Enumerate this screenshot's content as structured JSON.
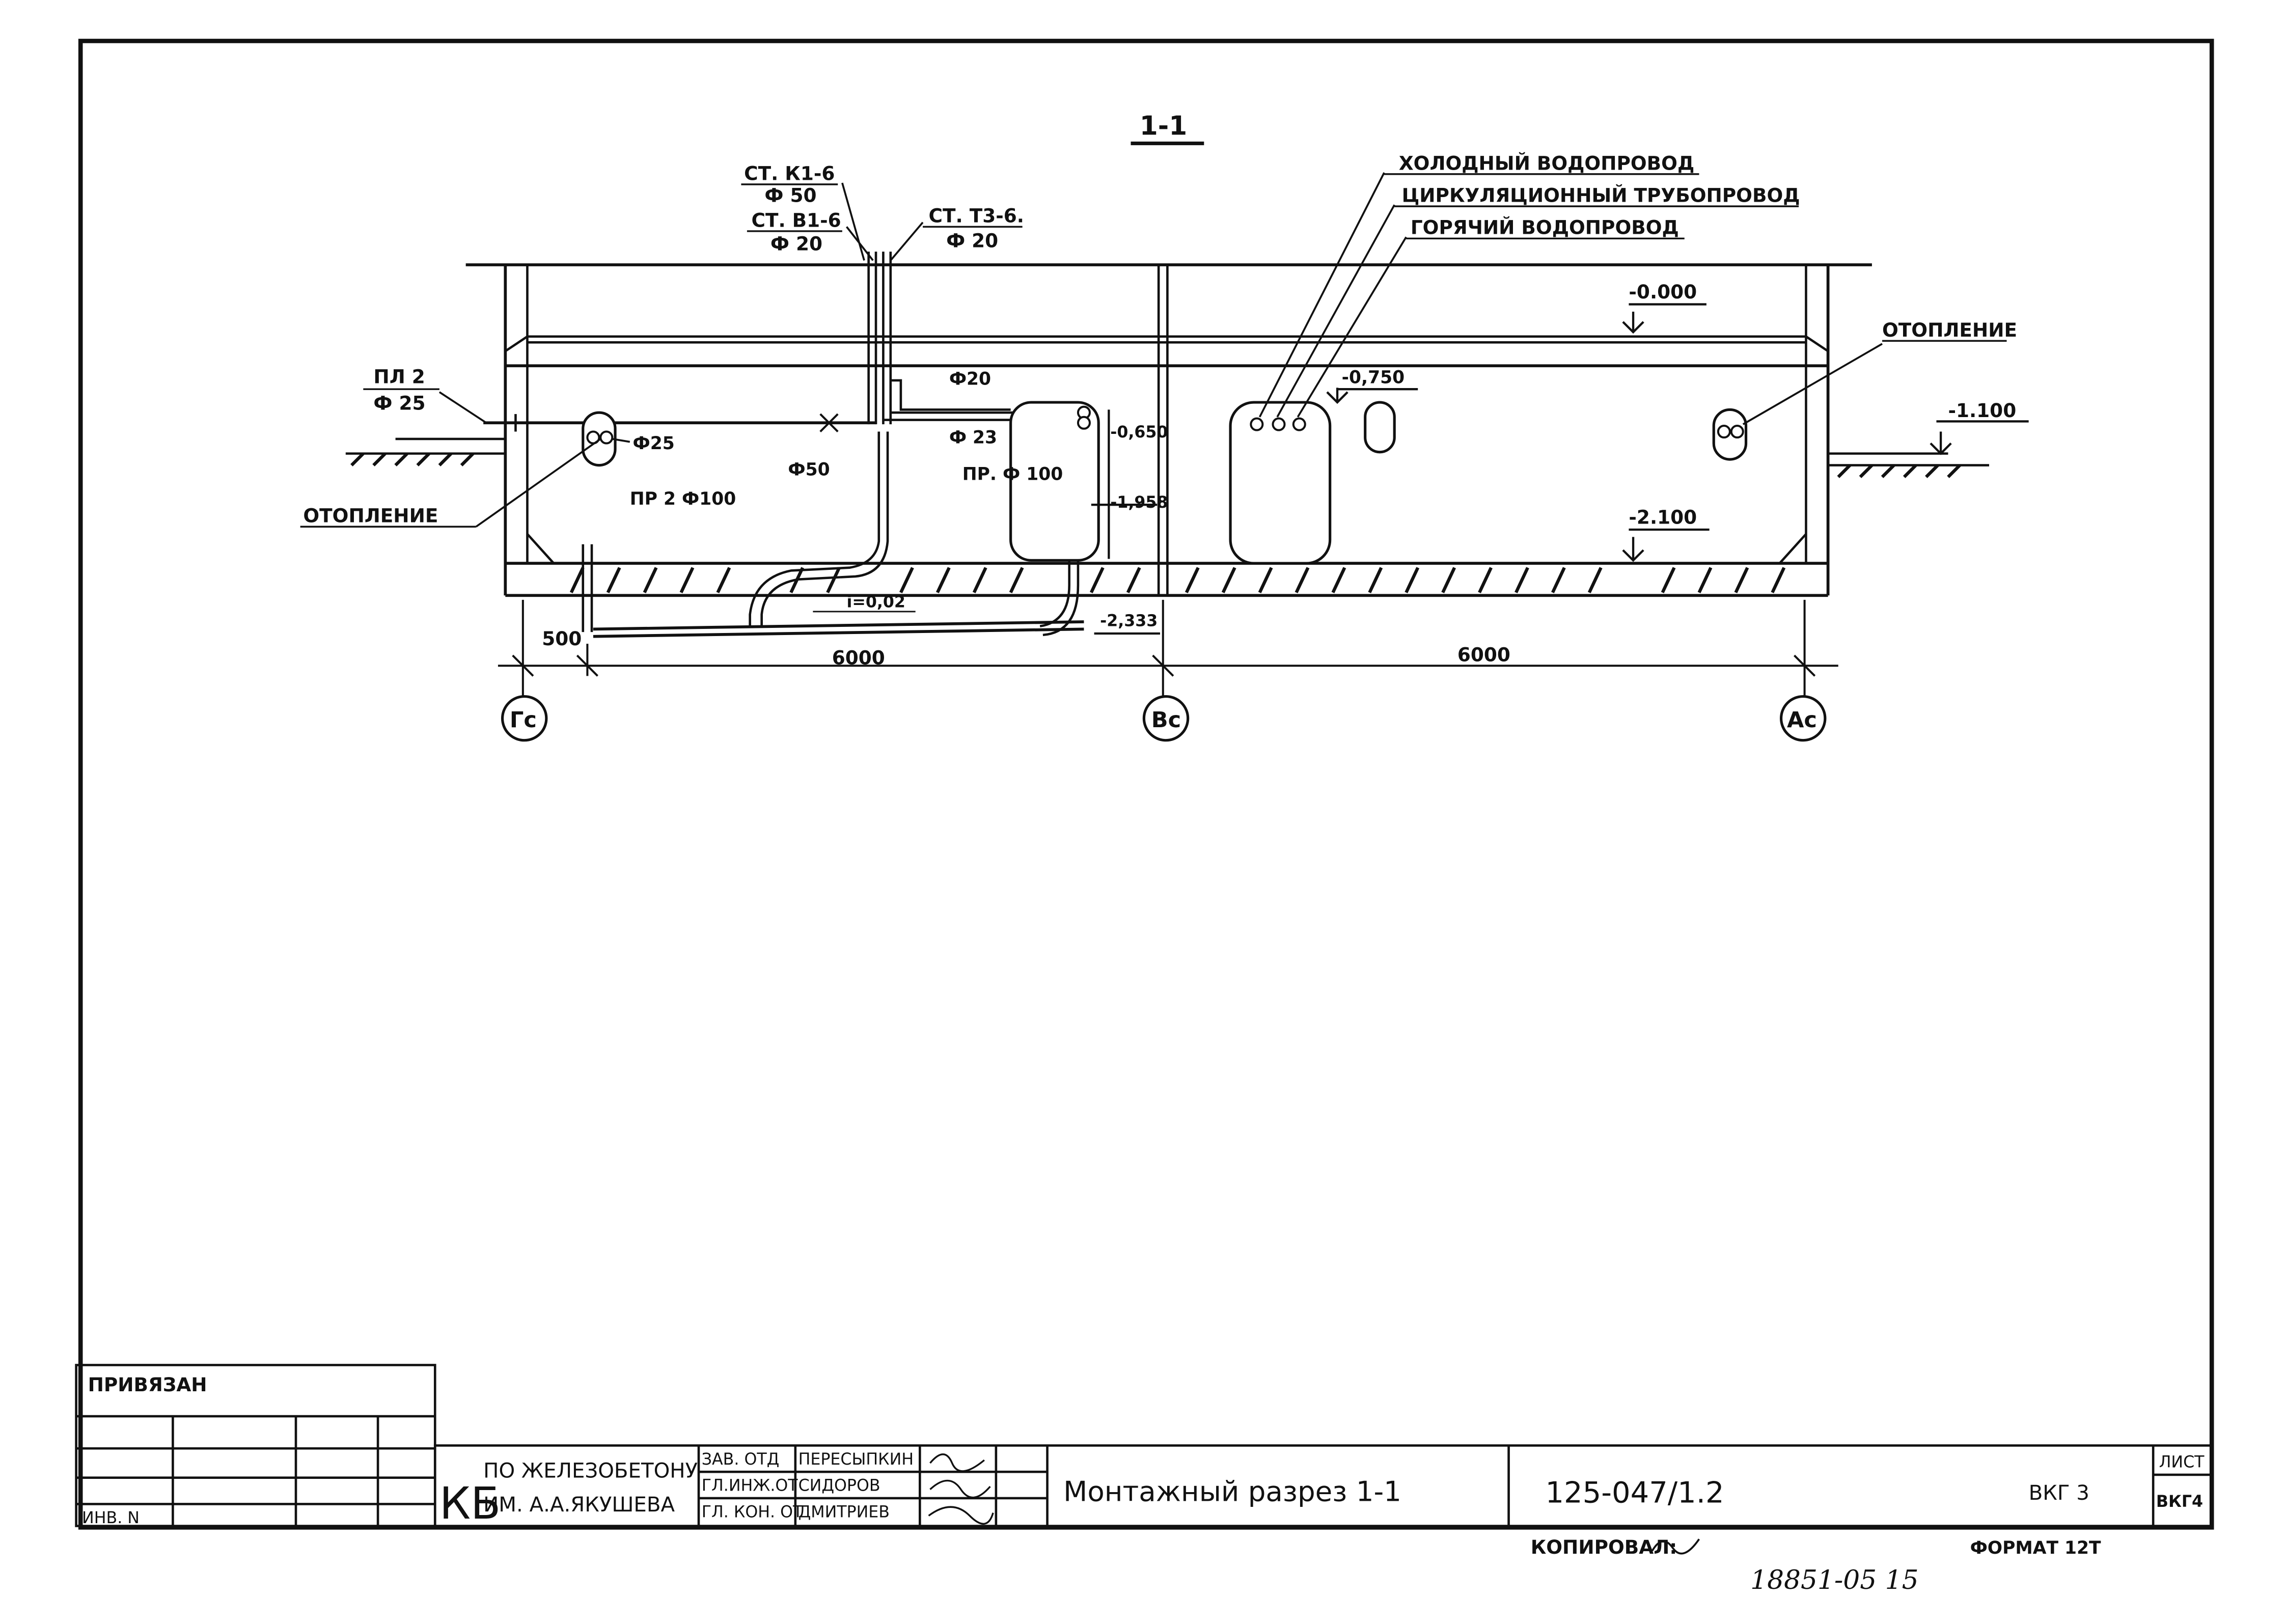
{
  "section_title": "1-1",
  "risers": {
    "k1": "СТ. К1-6",
    "k1_dia": "Ф 50",
    "v1": "СТ. В1-6",
    "v1_dia": "Ф 20",
    "t3": "СТ. Т3-6.",
    "t3_dia": "Ф 20"
  },
  "pipe_labels": {
    "cold": "ХОЛОДНЫЙ ВОДОПРОВОД",
    "circ": "ЦИРКУЛЯЦИОННЫЙ ТРУБОПРОВОД",
    "hot": "ГОРЯЧИЙ ВОДОПРОВОД"
  },
  "elevations": {
    "zero": "-0.000",
    "e0750": "-0,750",
    "e1100": "-1.100",
    "e0650": "-0,650",
    "e1958": "-1,958",
    "e2100": "-2.100",
    "e2333": "-2,333"
  },
  "labels": {
    "heating_right": "ОТОПЛЕНИЕ",
    "heating_left": "ОТОПЛЕНИЕ",
    "pl2": "ПЛ 2",
    "pl2_dia": "Ф 25",
    "dia25": "Ф25",
    "dia20": "Ф20",
    "dia23": "Ф 23",
    "dia50": "Ф50",
    "pr2": "ПР 2 Ф100",
    "pr": "ПР. Ф 100",
    "slope": "i=0,02"
  },
  "dimensions": {
    "d500": "500",
    "d6000_left": "6000",
    "d6000_right": "6000"
  },
  "axes": [
    "Гс",
    "Вс",
    "Ас"
  ],
  "title_block": {
    "privyazan": "ПРИВЯЗАН",
    "inv": "ИНВ. N",
    "org_line1": "ПО ЖЕЛЕЗОБЕТОНУ",
    "org_line2": "ИМ. А.А.ЯКУШЕВА",
    "org_mark": "КБ",
    "roles": [
      "ЗАВ. ОТД",
      "ГЛ.ИНЖ.ОТ",
      "ГЛ. КОН. ОТ"
    ],
    "names": [
      "ПЕРЕСЫПКИН",
      "СИДОРОВ",
      "ДМИТРИЕВ"
    ],
    "sheet_title": "Монтажный разрез 1-1",
    "doc_number": "125-047/1.2",
    "sheet_code": "ВКГ 3",
    "list_label": "ЛИСТ",
    "list_value": "ВКГ4",
    "copied": "КОПИРОВАЛ:",
    "format": "ФОРМАТ 12Т",
    "stamp_number": "18851-05 15"
  }
}
